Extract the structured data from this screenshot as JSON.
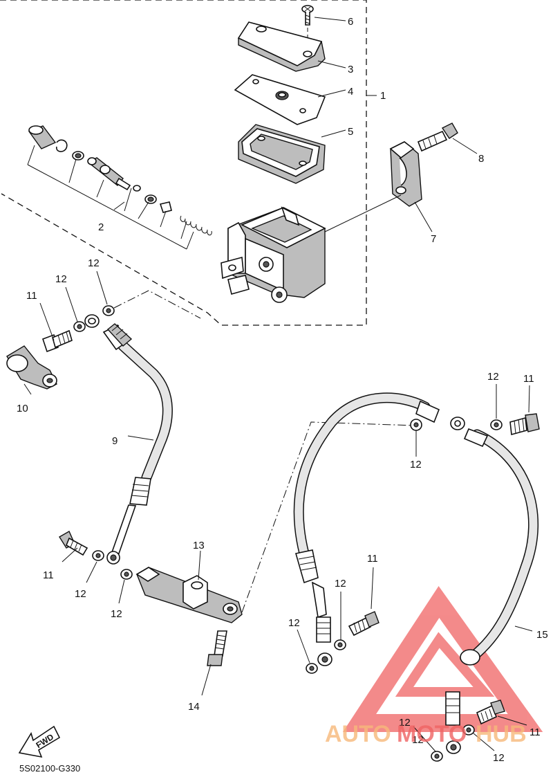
{
  "diagram_code": "5S02100-G330",
  "fwd_label": "FWD",
  "watermark": {
    "part1": "AUTO",
    "part2": "MOTO",
    "part3": "HUB",
    "color_red": "#f06464",
    "color_orange": "#f7b97a"
  },
  "callouts": {
    "c1": "1",
    "c2": "2",
    "c3": "3",
    "c4": "4",
    "c5": "5",
    "c6": "6",
    "c7": "7",
    "c8": "8",
    "c9": "9",
    "c10": "10",
    "c11a": "11",
    "c11b": "11",
    "c11c": "11",
    "c11d": "11",
    "c11e": "11",
    "c12a": "12",
    "c12b": "12",
    "c12c": "12",
    "c12d": "12",
    "c12e": "12",
    "c12f": "12",
    "c12g": "12",
    "c12h": "12",
    "c12i": "12",
    "c12j": "12",
    "c12k": "12",
    "c13": "13",
    "c14": "14",
    "c15": "15"
  }
}
